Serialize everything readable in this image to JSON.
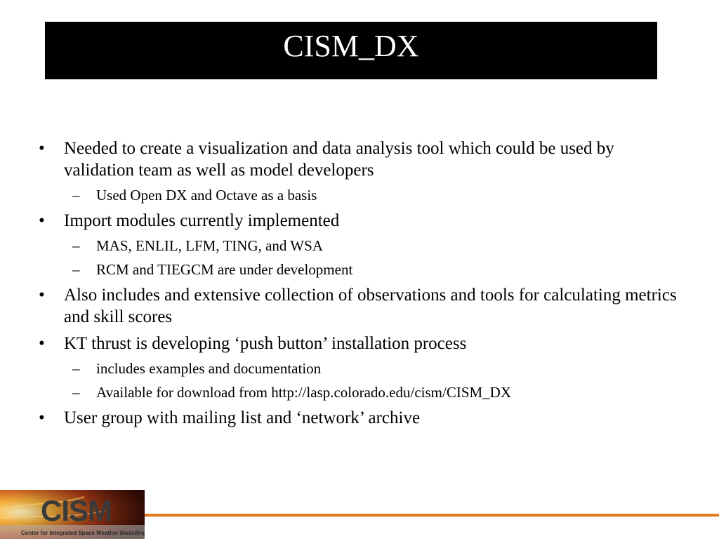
{
  "slide": {
    "title": "CISM_DX"
  },
  "bullets": [
    {
      "text": "Needed to create a visualization and data analysis tool which could be used by validation team as well as model developers",
      "sub": [
        "Used Open DX and Octave as a basis"
      ]
    },
    {
      "text": "Import modules currently implemented",
      "sub": [
        "MAS, ENLIL, LFM,  TING, and WSA",
        "RCM and  TIEGCM are under development"
      ]
    },
    {
      "text": "Also includes and extensive collection of observations and tools for calculating metrics and skill scores",
      "sub": []
    },
    {
      "text": "KT thrust is developing ‘push button’ installation process",
      "sub": [
        "includes examples and documentation",
        "Available for download from http://lasp.colorado.edu/cism/CISM_DX"
      ]
    },
    {
      "text": "User group with mailing list and ‘network’ archive",
      "sub": []
    }
  ],
  "markers": {
    "bullet": "•",
    "sub": "–"
  },
  "logo": {
    "title": "CISM",
    "subtitle": "Center for Integrated Space Weather Modelling"
  },
  "colors": {
    "title_bar": "#000000",
    "title_text": "#ffffff",
    "accent_line": "#e07a1a"
  }
}
